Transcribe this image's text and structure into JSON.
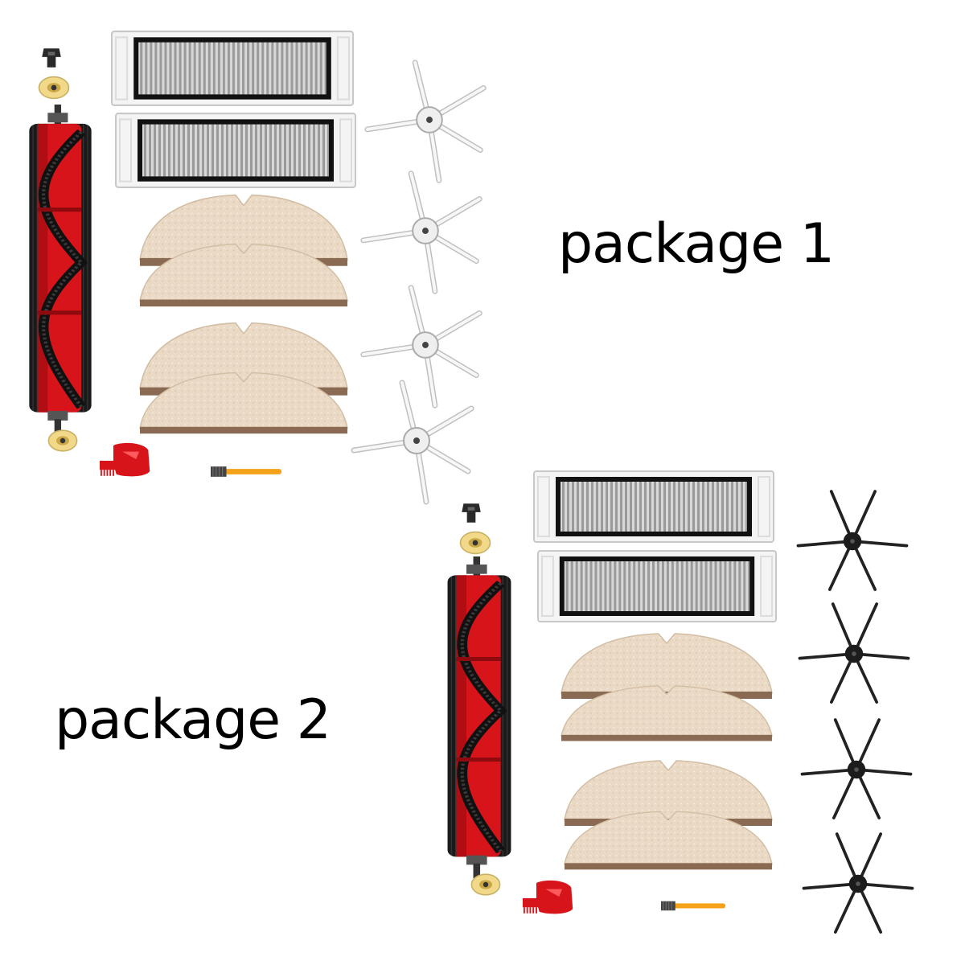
{
  "package_1": {
    "label": "package 1"
  },
  "package_2": {
    "label": "package 2"
  },
  "colors": {
    "brush_red": "#d7141a",
    "bristle_black": "#1a1a1a",
    "mop_beige": "#e8d6c0",
    "mop_edge": "#8a6a52",
    "side_brush_white": "#f2f2f2",
    "side_brush_black": "#222222",
    "filter_frame": "#f4f4f4",
    "cap_yellow": "#f2d98a",
    "tool_orange": "#f4a21a"
  },
  "parts": {
    "package_1": [
      "main-roller-brush",
      "hepa-filter",
      "hepa-filter",
      "mop-pad",
      "mop-pad",
      "mop-pad",
      "mop-pad",
      "side-brush-white",
      "side-brush-white",
      "side-brush-white",
      "side-brush-white",
      "cleaning-tool",
      "small-brush"
    ],
    "package_2": [
      "main-roller-brush",
      "hepa-filter",
      "hepa-filter",
      "mop-pad",
      "mop-pad",
      "mop-pad",
      "mop-pad",
      "side-brush-black",
      "side-brush-black",
      "side-brush-black",
      "side-brush-black",
      "cleaning-tool",
      "small-brush"
    ]
  }
}
